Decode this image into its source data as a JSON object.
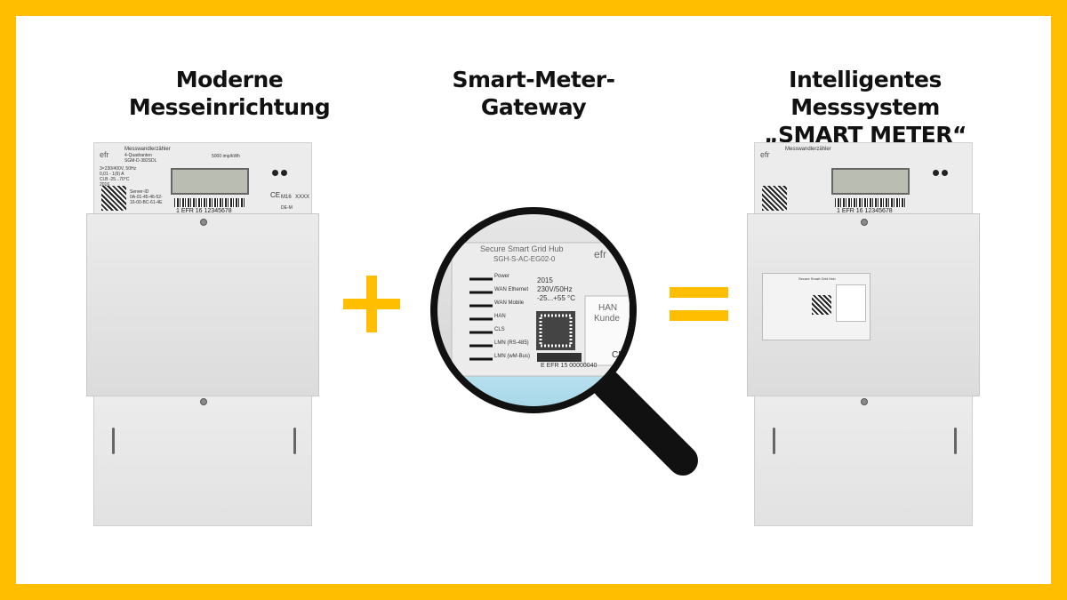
{
  "colors": {
    "frame": "#FFBF00",
    "symbols": "#FFBF00"
  },
  "titles": {
    "left": [
      "Moderne",
      "Messeinrichtung"
    ],
    "middle": [
      "Smart-Meter-",
      "Gateway"
    ],
    "right": [
      "Intelligentes Messsystem",
      "„SMART METER“"
    ]
  },
  "meter": {
    "logo": "efr",
    "type": "Messwandlerzähler",
    "sub": "4-Quadranten",
    "model": "SGM-D-382SDL",
    "specs": [
      "3×230/400V, 50Hz",
      "0,01 - 1(6) A",
      "Cl.B -25...70°C",
      "2016"
    ],
    "server_id": [
      "Server-ID",
      "0A-01-45-46-52-",
      "16-00-BC-61-4E"
    ],
    "imp": "5000 imp/kWh",
    "serial": "1 EFR 16 12345678",
    "m16": "M16",
    "dem": "DE-M",
    "xxxx": "XXXX",
    "ce": "CE"
  },
  "gateway": {
    "title": "Secure Smart Grid Hub",
    "model": "SGH-S-AC-EG02-0",
    "logo": "efr",
    "specs": [
      "2015",
      "230V/50Hz",
      "-25...+55 °C"
    ],
    "ports": [
      "Power",
      "WAN Ethernet",
      "WAN Mobile",
      "HAN",
      "CLS",
      "LMN (RS-485)",
      "LMN (wM-Bus)"
    ],
    "han": [
      "HAN",
      "Kunde"
    ],
    "serial": "E EFR 15 00000040",
    "ce": "CE"
  }
}
